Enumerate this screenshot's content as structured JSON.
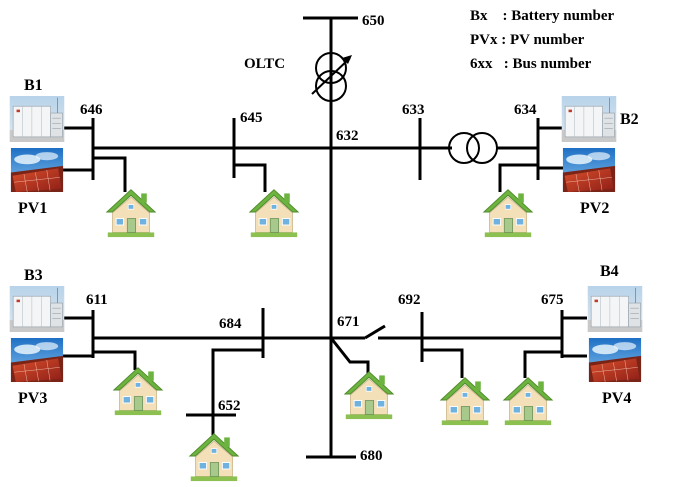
{
  "legend": {
    "battery": "Bx    : Battery number",
    "pv": "PVx : PV number",
    "bus": "6xx   : Bus number"
  },
  "transformer_label": "OLTC",
  "buses": {
    "b650": "650",
    "b646": "646",
    "b645": "645",
    "b632": "632",
    "b633": "633",
    "b634": "634",
    "b611": "611",
    "b684": "684",
    "b671": "671",
    "b692": "692",
    "b675": "675",
    "b652": "652",
    "b680": "680"
  },
  "batteries": {
    "b1": "B1",
    "b2": "B2",
    "b3": "B3",
    "b4": "B4"
  },
  "pvs": {
    "pv1": "PV1",
    "pv2": "PV2",
    "pv3": "PV3",
    "pv4": "PV4"
  },
  "colors": {
    "line": "#000000",
    "roof": "#6db33f",
    "wall": "#f3dfb8",
    "battery_body": "#e9edf1",
    "pv_sky": "#3c8fd8",
    "pv_panel": "#c0392b"
  }
}
